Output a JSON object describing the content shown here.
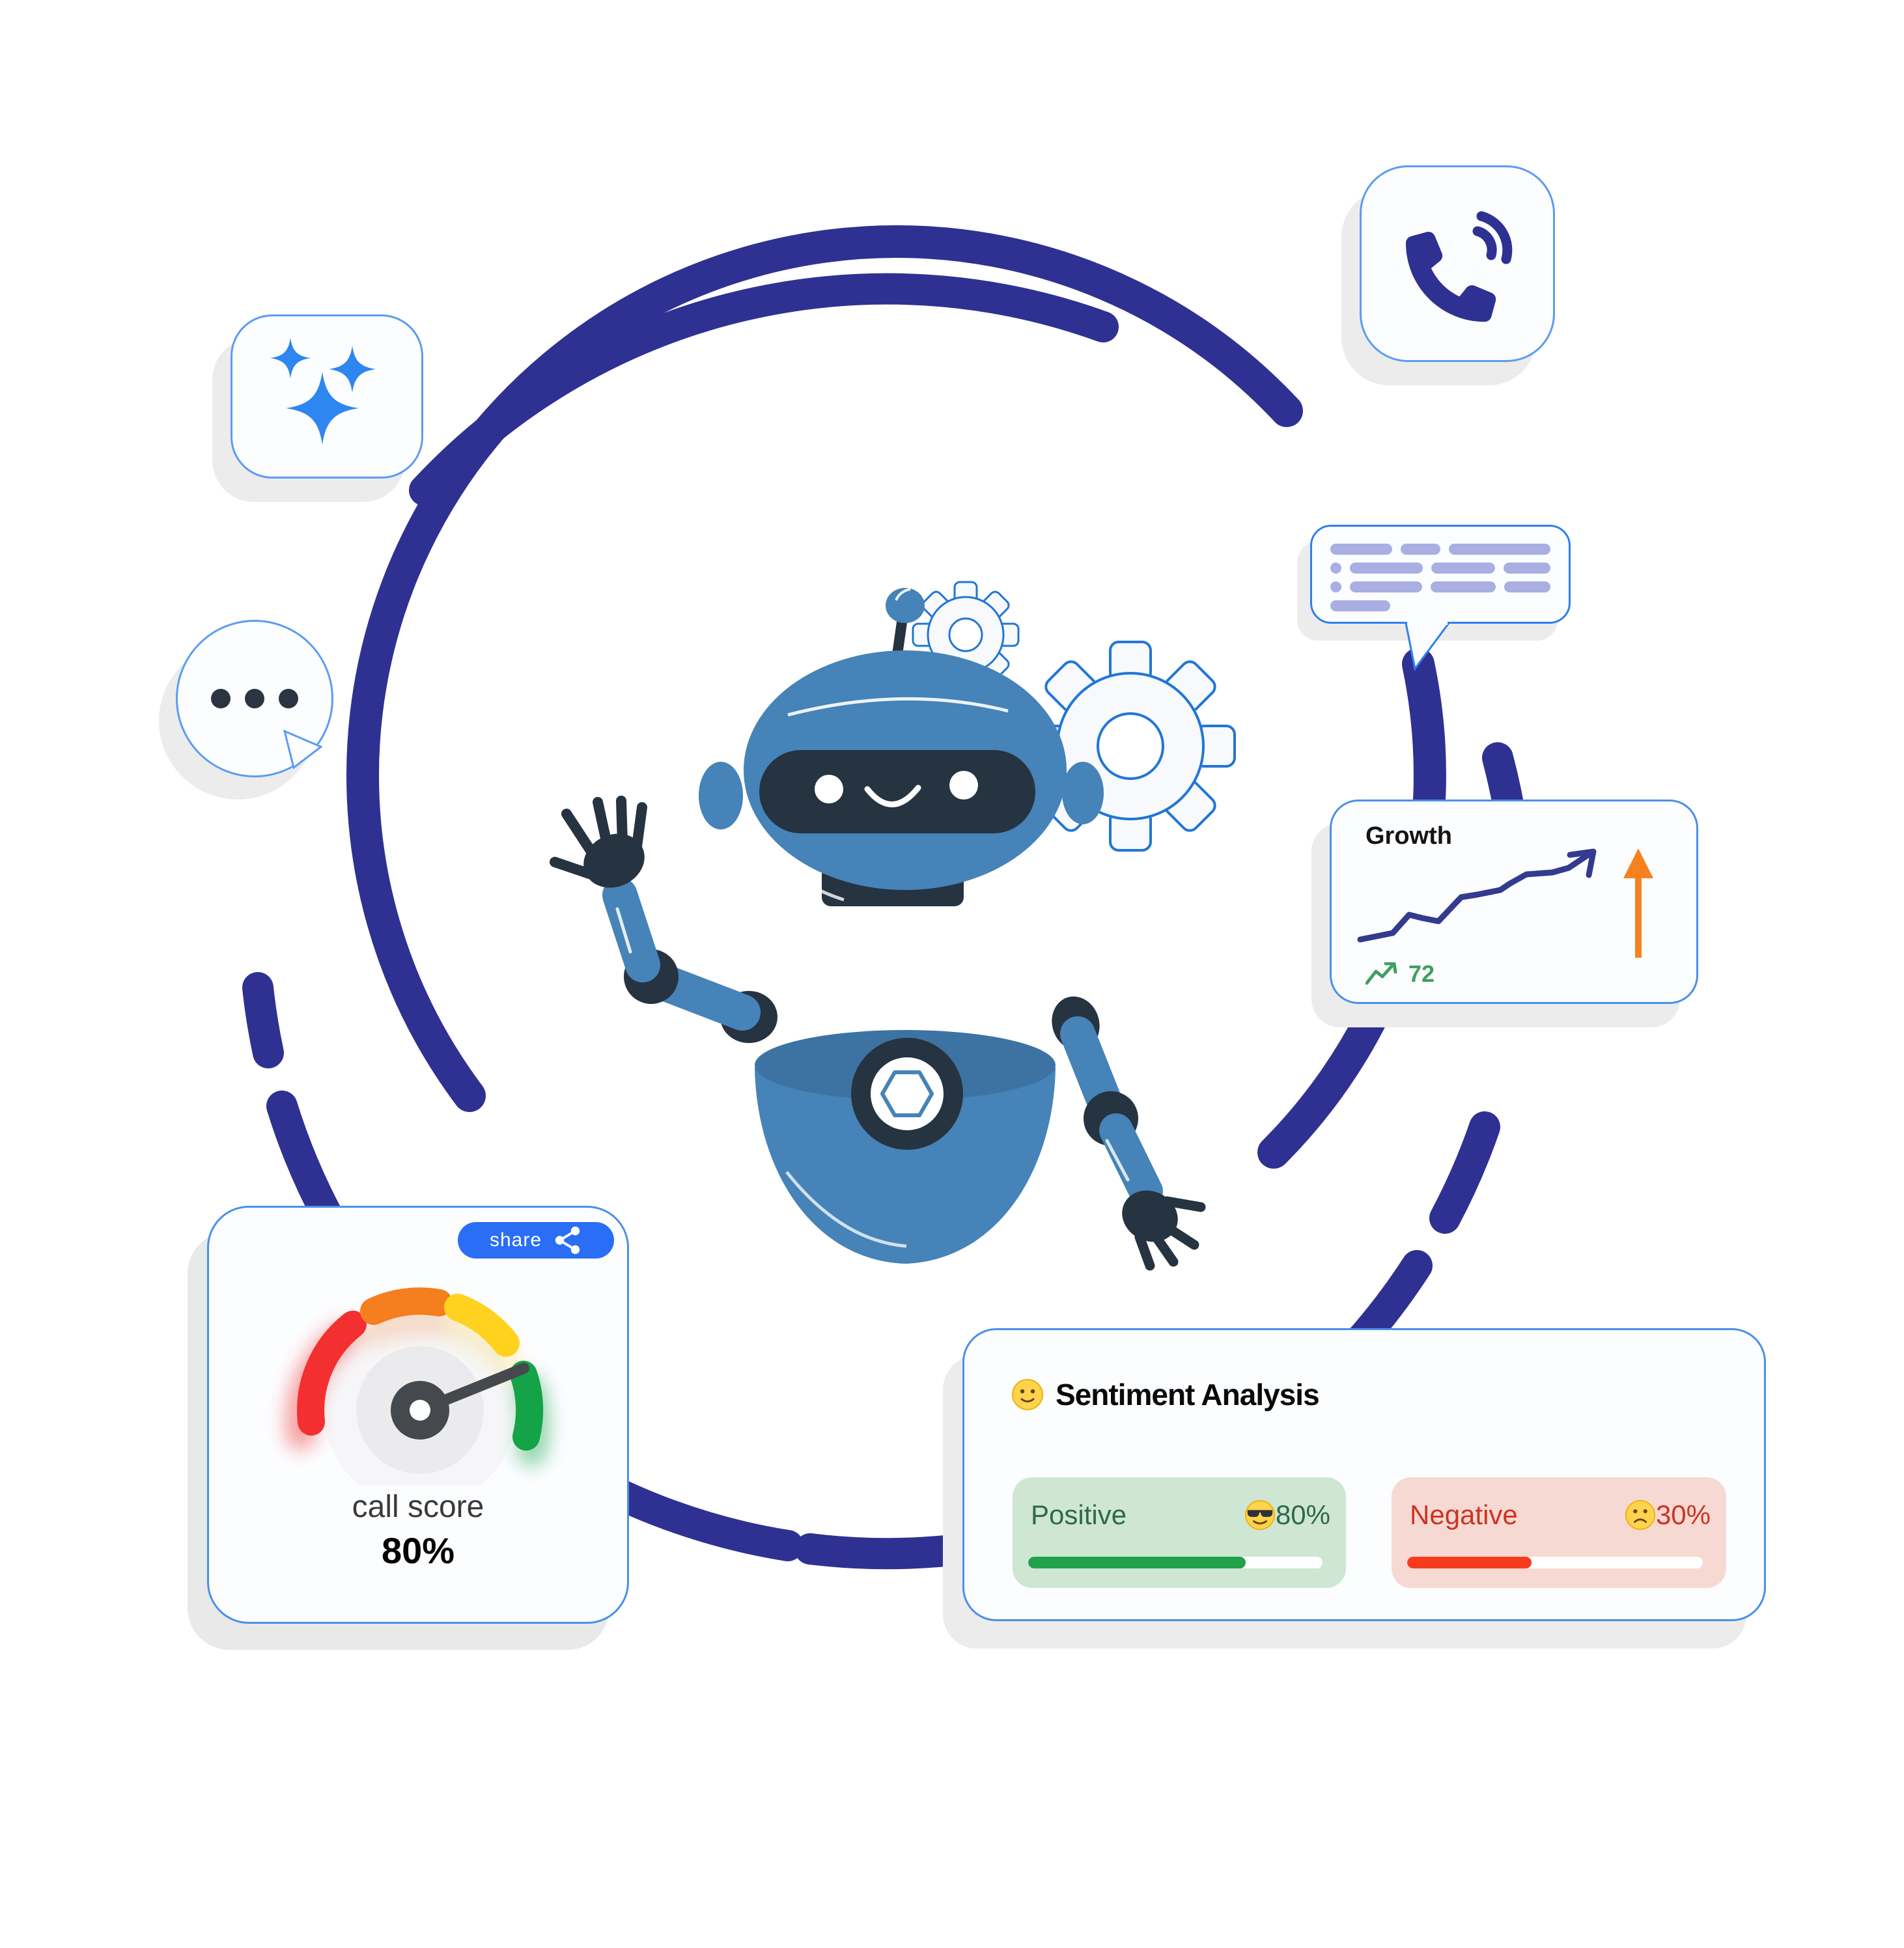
{
  "page": {
    "bg": "#ffffff"
  },
  "ring": {
    "color": "#2e3192"
  },
  "robot": {
    "body_color": "#4583b8",
    "dark_color": "#263340",
    "gear_fill": "#f7f9fc",
    "gear_stroke": "#2176d6"
  },
  "cards": {
    "sparkles": {
      "icon": "sparkles-icon",
      "color": "#2e86f0"
    },
    "phone": {
      "icon": "phone-call-icon",
      "color": "#2e3192"
    },
    "chat": {
      "icon": "typing-dots-icon",
      "dot_count": 3,
      "dot_color": "#2b3440"
    },
    "transcript": {
      "line_color": "#a9afe2",
      "rows": [
        {
          "dot": false,
          "segments": [
            96,
            62,
            158
          ]
        },
        {
          "dot": true,
          "segments": [
            112,
            98,
            72
          ]
        },
        {
          "dot": true,
          "segments": [
            112,
            100,
            72
          ]
        },
        {
          "dot": false,
          "segments": [
            92
          ]
        }
      ]
    },
    "growth": {
      "title": "Growth",
      "trend_value": "72",
      "trend_color": "#3fa05f",
      "line_color": "#333b8f",
      "arrow_color": "#f6821f",
      "line_points": "20,150 70,140 95,112 115,117 140,122 175,85 200,81 235,74 250,64 275,50 315,47 340,40 376,16"
    },
    "call_score": {
      "share_label": "share",
      "label": "call score",
      "value": "80%",
      "needle_angle_deg": -22,
      "segment_colors": {
        "red": "#f42f2f",
        "orange": "#f57e1f",
        "yellow": "#ffd21f",
        "green": "#14a347"
      }
    },
    "sentiment": {
      "title": "Sentiment Analysis",
      "positive": {
        "label": "Positive",
        "value": "80%",
        "bar_percent": 74,
        "text_color": "#2d6a4a",
        "bg": "#cfe6d2",
        "bar_color": "#22a14b"
      },
      "negative": {
        "label": "Negative",
        "value": "30%",
        "bar_percent": 42,
        "text_color": "#cd3421",
        "bg": "#f7d9d3",
        "bar_color": "#f93b1d"
      }
    }
  }
}
